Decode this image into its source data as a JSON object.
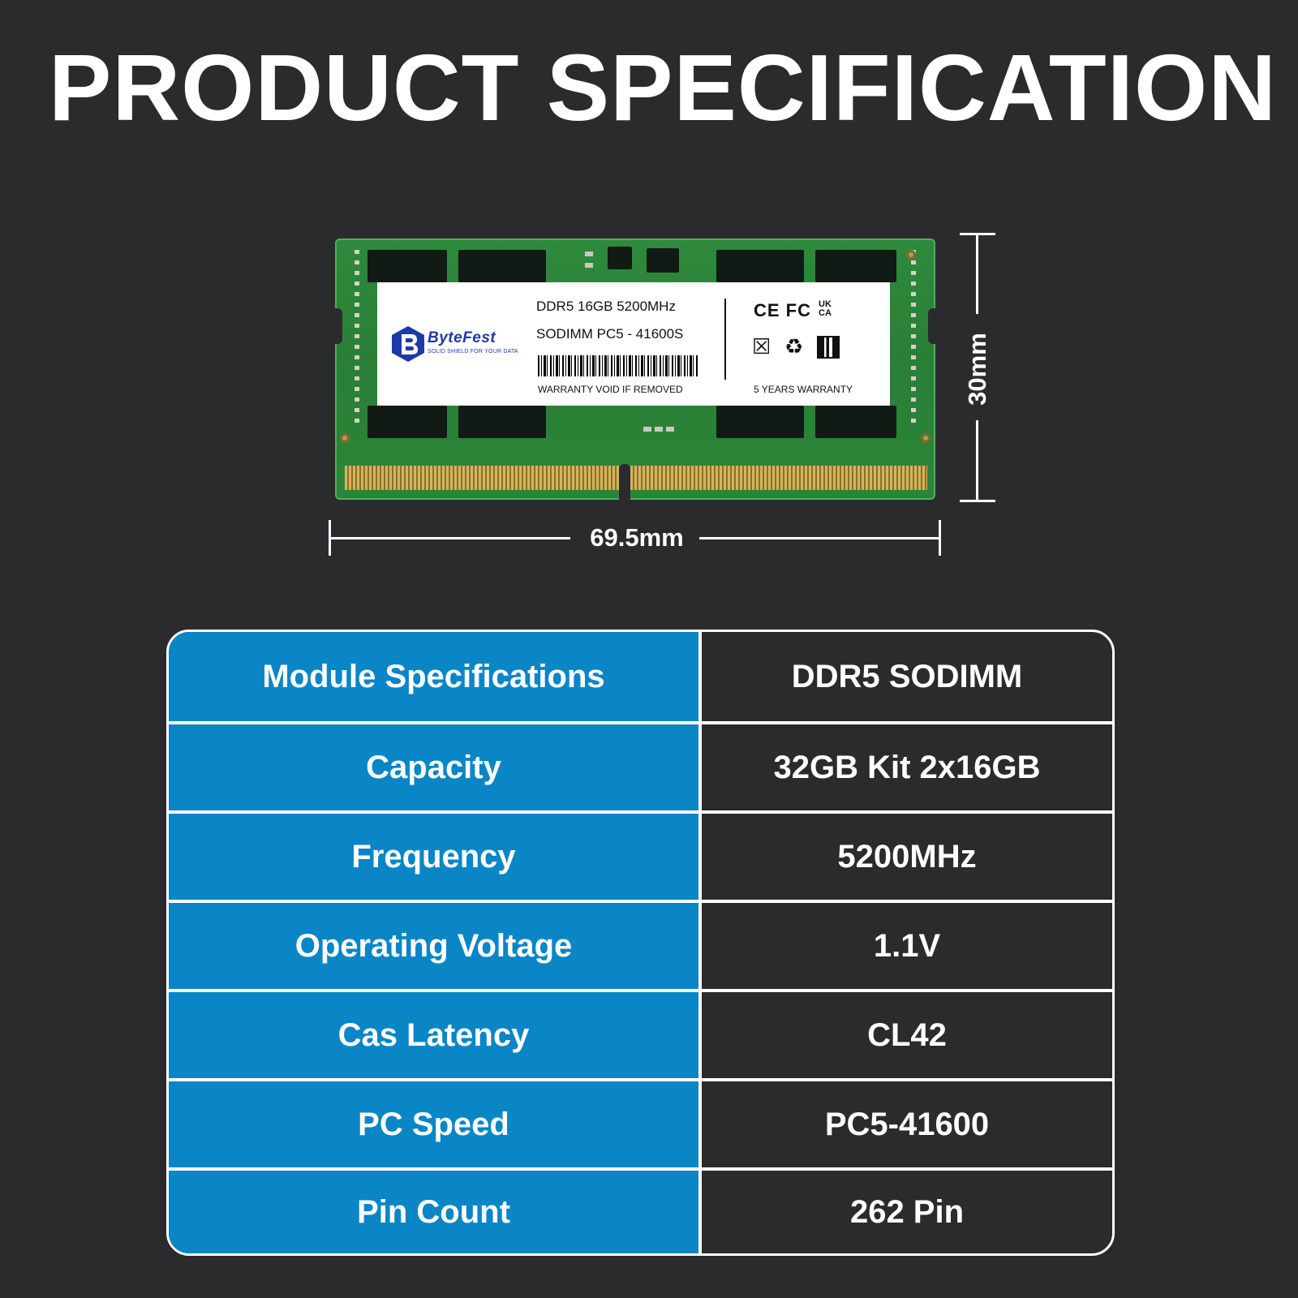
{
  "page": {
    "title": "PRODUCT SPECIFICATION"
  },
  "module": {
    "label": {
      "brand_name": "ByteFest",
      "brand_tagline": "SOLID SHIELD FOR YOUR DATA",
      "line1": "DDR5 16GB 5200MHz",
      "line2": "SODIMM PC5 - 41600S",
      "warranty_void": "WARRANTY VOID IF REMOVED",
      "cert_marks": "CE FC",
      "ukca_top": "UK",
      "ukca_bottom": "CA",
      "warranty_years": "5 YEARS WARRANTY"
    },
    "dimensions": {
      "width": "69.5mm",
      "height": "30mm"
    }
  },
  "specs": {
    "rows": [
      {
        "key": "Module Specifications",
        "value": "DDR5 SODIMM"
      },
      {
        "key": "Capacity",
        "value": "32GB Kit 2x16GB"
      },
      {
        "key": "Frequency",
        "value": "5200MHz"
      },
      {
        "key": "Operating Voltage",
        "value": "1.1V"
      },
      {
        "key": "Cas Latency",
        "value": "CL42"
      },
      {
        "key": "PC Speed",
        "value": "PC5-41600"
      },
      {
        "key": "Pin Count",
        "value": "262 Pin"
      }
    ]
  },
  "colors": {
    "background": "#2b2b2e",
    "table_key_blue": "#0a86c7",
    "pcb_green": "#2e8a3c",
    "brand_blue": "#1f3aa6"
  }
}
